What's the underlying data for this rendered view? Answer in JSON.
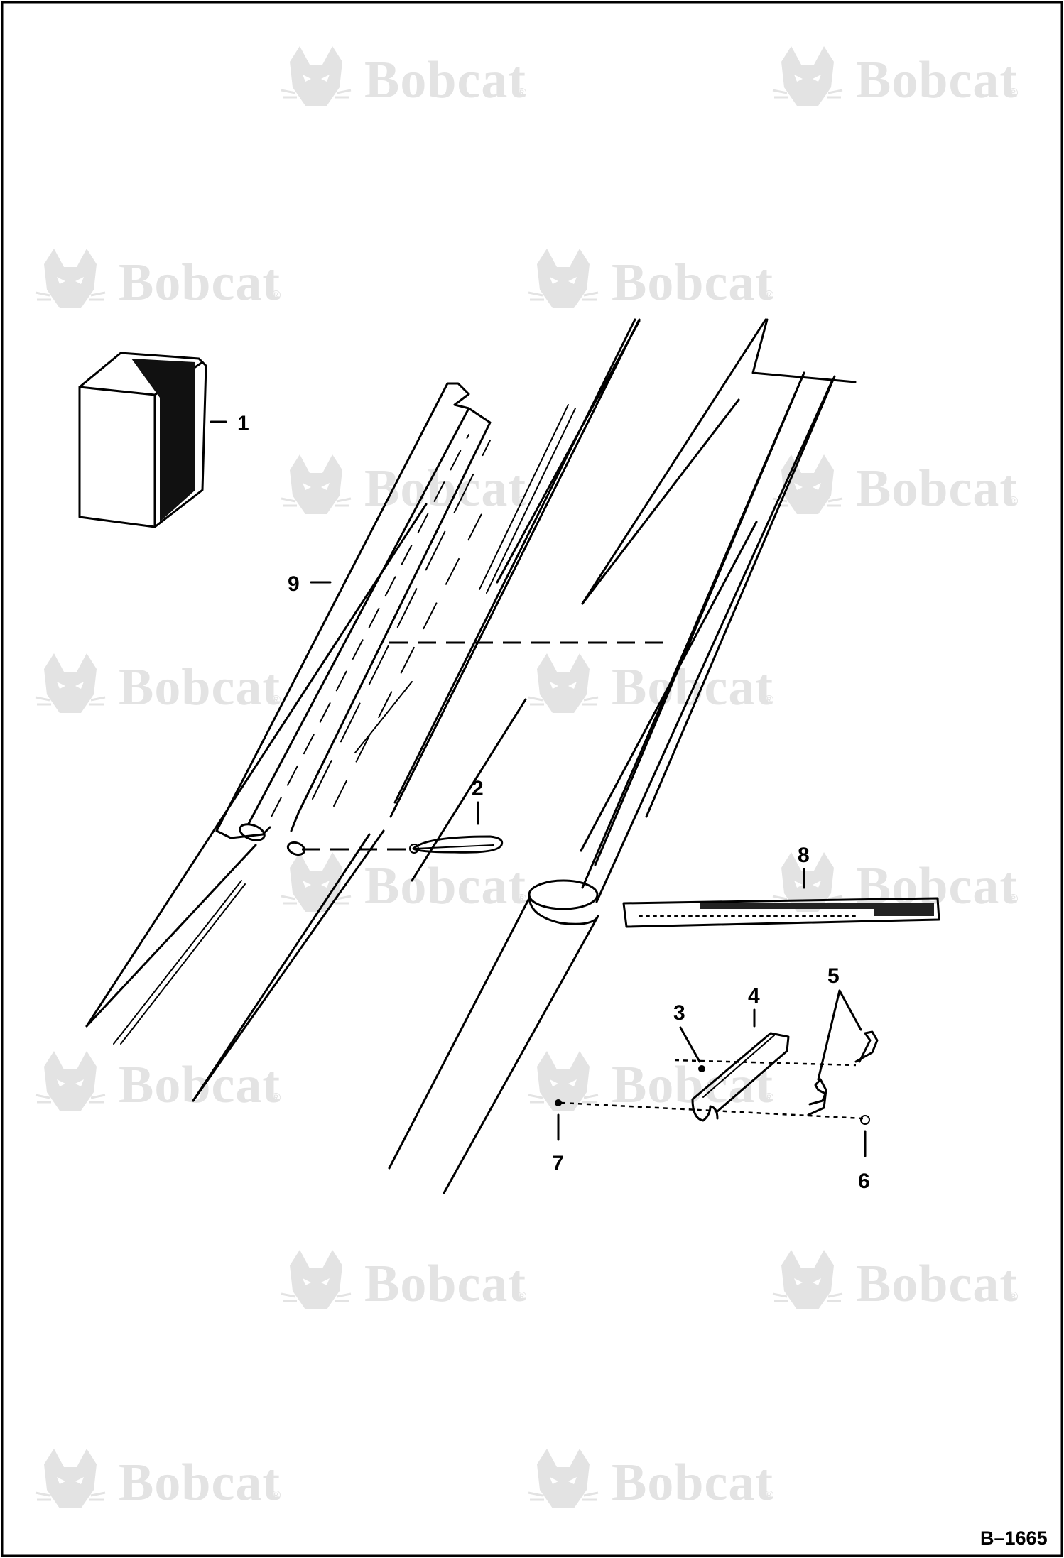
{
  "watermark": {
    "brand": "Bobcat",
    "mark": "®",
    "logo_icon": "bobcat-head-logo-icon"
  },
  "callouts": {
    "c1": "1",
    "c2": "2",
    "c3": "3",
    "c4": "4",
    "c5": "5",
    "c6": "6",
    "c7": "7",
    "c8": "8",
    "c9": "9"
  },
  "figure": {
    "id": "B–1665"
  },
  "colors": {
    "ink": "#000000",
    "watermark": "#e3e3e3",
    "background": "#ffffff"
  }
}
